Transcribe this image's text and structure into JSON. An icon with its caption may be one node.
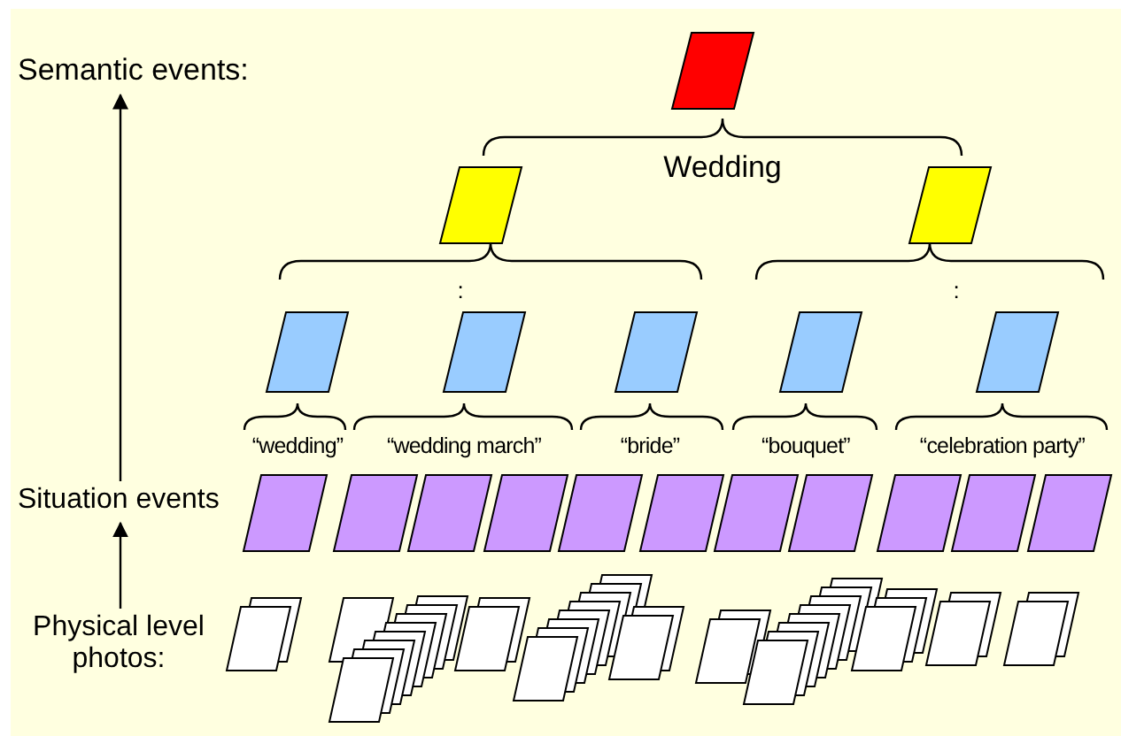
{
  "diagram": {
    "nodes": [
      {
        "text": [
          "Semantic events:"
        ]
      },
      {
        "text": [],
        "shape": "parallelogram"
      },
      {
        "text": [],
        "shape": "parallelogram"
      },
      {
        "text": [],
        "shape": "parallelogram"
      },
      {
        "text": [],
        "shape": "parallelogram"
      },
      {
        "text": [],
        "shape": "parallelogram"
      },
      {
        "text": [],
        "shape": "parallelogram"
      },
      {
        "text": [],
        "shape": "parallelogram"
      },
      {
        "text": [],
        "shape": "parallelogram"
      },
      {
        "text": [
          "Situation events"
        ]
      },
      {
        "text": [],
        "shape": "parallelogram"
      },
      {
        "text": [],
        "shape": "parallelogram"
      },
      {
        "text": [],
        "shape": "parallelogram"
      },
      {
        "text": [],
        "shape": "parallelogram"
      },
      {
        "text": [],
        "shape": "parallelogram"
      },
      {
        "text": [],
        "shape": "parallelogram"
      },
      {
        "text": [],
        "shape": "parallelogram"
      },
      {
        "text": [],
        "shape": "parallelogram"
      },
      {
        "text": [],
        "shape": "parallelogram"
      },
      {
        "text": [],
        "shape": "parallelogram"
      },
      {
        "text": [],
        "shape": "parallelogram"
      },
      {
        "text": [
          "Physical level photos:"
        ]
      }
    ],
    "edges": [
      {
        "from": 9,
        "to": 0,
        "arrow": "to"
      },
      {
        "from": 21,
        "to": 9,
        "arrow": "to"
      }
    ],
    "labels": [
      "Wedding",
      ":",
      ":",
      "“wedding”",
      "“wedding march”",
      "“bride”",
      "“bouquet”",
      "“celebration party”"
    ]
  }
}
